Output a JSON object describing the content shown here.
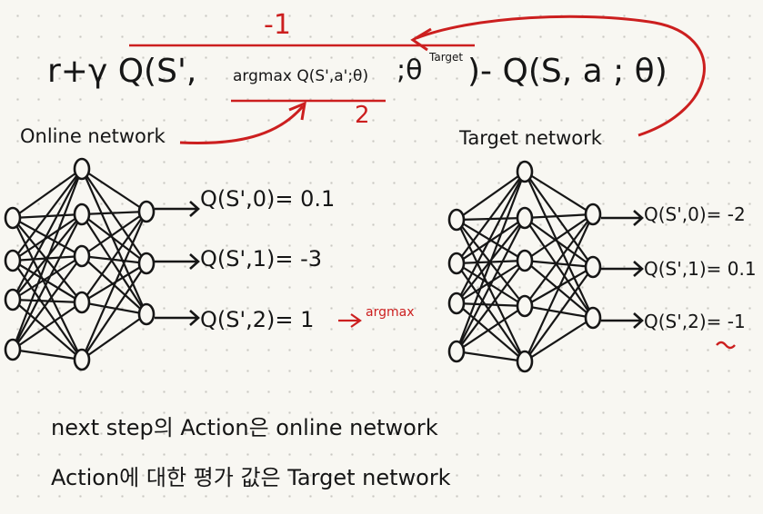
{
  "formula": {
    "prefix": "r+γ Q(S',",
    "argmax_term": "argmax Q(S',a';θ)",
    "sep": ";θ",
    "target_superscript": "Target",
    "suffix": ")- Q(S, a ; θ)",
    "annotation_top": "-1",
    "annotation_bottom": "2"
  },
  "labels": {
    "online": "Online network",
    "target": "Target network",
    "argmax": "argmax"
  },
  "online_outputs": [
    "Q(S',0)= 0.1",
    "Q(S',1)= -3",
    "Q(S',2)= 1"
  ],
  "target_outputs": [
    "Q(S',0)= -2",
    "Q(S',1)= 0.1",
    "Q(S',2)= -1"
  ],
  "notes": {
    "line1": "next step의 Action은 online network",
    "line2": "Action에 대한 평가 값은 Target network"
  },
  "colors": {
    "ink": "#161616",
    "red": "#cc1f1f",
    "paper": "#f8f7f2"
  }
}
